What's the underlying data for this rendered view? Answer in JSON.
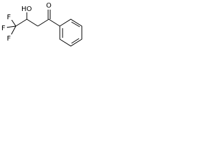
{
  "molecule": {
    "atoms": {
      "f1": "F",
      "f2": "F",
      "f3": "F",
      "hydroxyl": "HO",
      "oxygen": "O"
    }
  },
  "colors": {
    "bond": "#000000",
    "text": "#000000",
    "background": "#ffffff"
  }
}
